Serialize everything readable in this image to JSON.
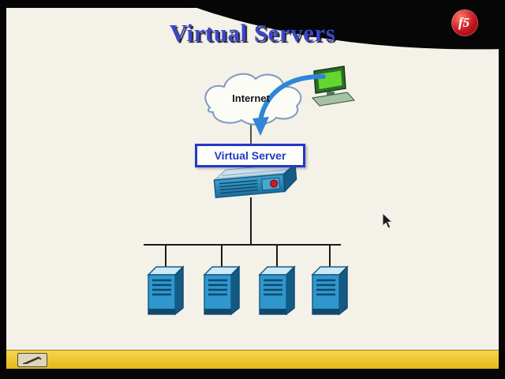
{
  "slide": {
    "title": "Virtual Servers",
    "logo_text": "f5"
  },
  "diagram": {
    "cloud_label": "Internet",
    "virtual_server_label": "Virtual Server",
    "server_count": 4
  },
  "icons": {
    "logo": "f5-logo-ball",
    "client": "computer-workstation-icon",
    "pen_tool": "pen-annotation-icon",
    "cursor": "mouse-arrow-cursor"
  },
  "colors": {
    "title_blue": "#3b47c9",
    "logo_red": "#c41420",
    "bar_yellow": "#eec32a",
    "arrow_blue": "#2f86d6",
    "box_border_blue": "#2438c8",
    "server_blue": "#2f97cc"
  }
}
